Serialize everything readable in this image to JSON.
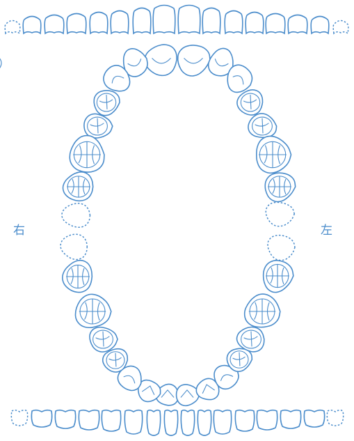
{
  "labels": {
    "patient_right": "右",
    "patient_left": "左"
  },
  "colors": {
    "line": "#4a8ccb",
    "background": "#ffffff"
  },
  "upper_front_strip": {
    "missing_ends": [
      "upper-right-third-molar",
      "upper-left-third-molar"
    ],
    "teeth_present": 14
  },
  "lower_front_strip": {
    "missing_ends": [
      "lower-right-third-molar",
      "lower-left-third-molar"
    ],
    "teeth_present": 14
  },
  "upper_arch": {
    "right": [
      "central-incisor",
      "lateral-incisor",
      "canine",
      "first-premolar",
      "second-premolar",
      "first-molar",
      "second-molar",
      "third-molar-missing"
    ],
    "left": [
      "central-incisor",
      "lateral-incisor",
      "canine",
      "first-premolar",
      "second-premolar",
      "first-molar",
      "second-molar",
      "third-molar-missing"
    ]
  },
  "lower_arch": {
    "right": [
      "central-incisor",
      "lateral-incisor",
      "canine",
      "first-premolar",
      "second-premolar",
      "first-molar",
      "second-molar",
      "third-molar-missing"
    ],
    "left": [
      "central-incisor",
      "lateral-incisor",
      "canine",
      "first-premolar",
      "second-premolar",
      "first-molar",
      "second-molar",
      "third-molar-missing"
    ]
  }
}
